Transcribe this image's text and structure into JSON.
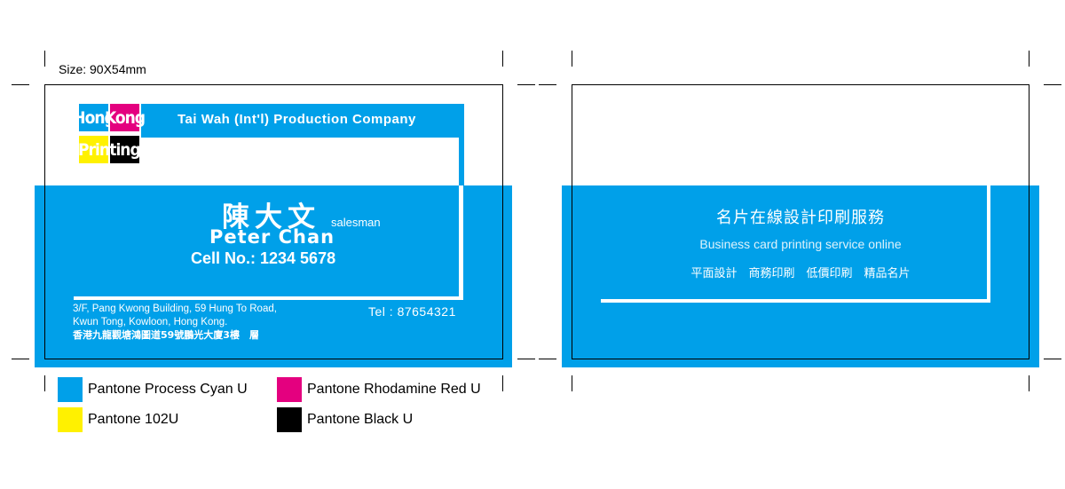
{
  "size_label": "Size: 90X54mm",
  "colors": {
    "cyan": "#00a0e9",
    "rhodamine": "#e4007f",
    "yellow": "#fff100",
    "black": "#000000",
    "white": "#ffffff"
  },
  "front": {
    "logo": {
      "hong": "Hong",
      "kong": "Kong",
      "prin": "Prin",
      "ting": "ting"
    },
    "company": "Tai Wah (Int'l) Production Company",
    "name_cn": "陳大文",
    "title": "salesman",
    "name_en": "Peter Chan",
    "cell": "Cell No.: 1234 5678",
    "address_line1": "3/F, Pang Kwong Building, 59 Hung To Road,",
    "address_line2": "Kwun Tong, Kowloon, Hong Kong.",
    "address_cn": "香港九龍觀塘鴻圖道59號鵬光大廈3樓　層",
    "tel": "Tel : 87654321"
  },
  "back": {
    "title_cn": "名片在線設計印刷服務",
    "subtitle_en": "Business card printing service online",
    "services_cn": "平面設計　商務印刷　低價印刷　精品名片"
  },
  "legend": [
    {
      "label": "Pantone Process Cyan U",
      "color": "#00a0e9"
    },
    {
      "label": "Pantone Rhodamine Red U",
      "color": "#e4007f"
    },
    {
      "label": "Pantone 102U",
      "color": "#fff100"
    },
    {
      "label": "Pantone Black U",
      "color": "#000000"
    }
  ]
}
